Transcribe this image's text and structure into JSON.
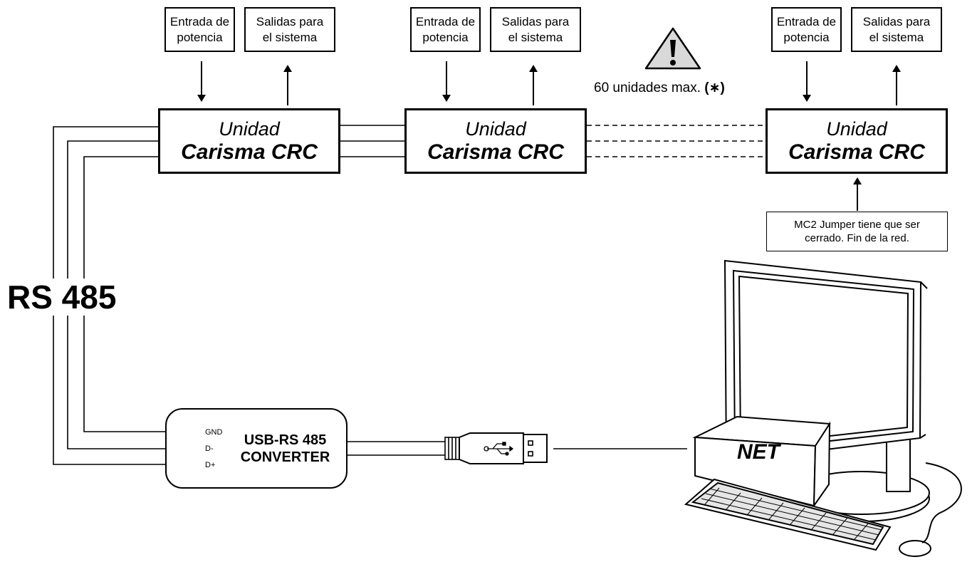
{
  "units": [
    {
      "line1": "Unidad",
      "line2": "Carisma CRC"
    },
    {
      "line1": "Unidad",
      "line2": "Carisma CRC"
    },
    {
      "line1": "Unidad",
      "line2": "Carisma CRC"
    }
  ],
  "inputs": [
    {
      "power": "Entrada de\npotencia",
      "outputs": "Salidas para\nel sistema"
    },
    {
      "power": "Entrada de\npotencia",
      "outputs": "Salidas para\nel sistema"
    },
    {
      "power": "Entrada de\npotencia",
      "outputs": "Salidas para\nel sistema"
    }
  ],
  "warning": {
    "text": "60 unidades max.",
    "marker": "(∗)",
    "icon": "warning-icon"
  },
  "end_note": "MC2 Jumper tiene que ser\ncerrado. Fin de la red.",
  "bus_label": "RS 485",
  "converter": {
    "label": "USB-RS 485\nCONVERTER",
    "terminals": [
      "GND",
      "D-",
      "D+"
    ]
  },
  "computer": {
    "label": "NET"
  }
}
